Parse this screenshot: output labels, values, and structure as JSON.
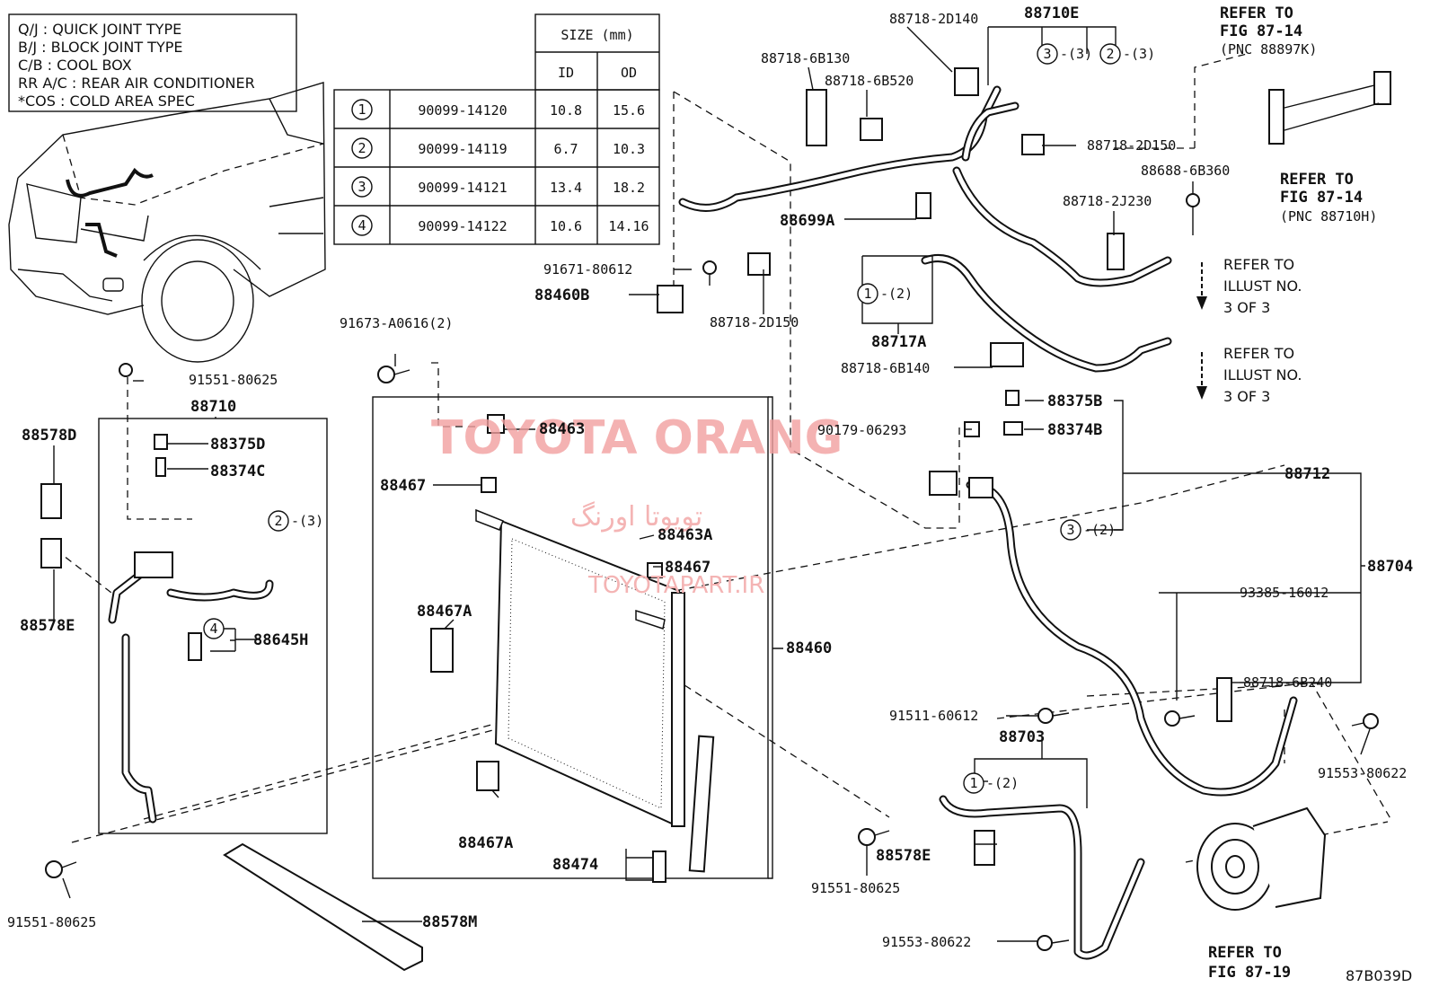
{
  "legend": [
    "Q/J  :  QUICK JOINT TYPE",
    "B/J  :  BLOCK JOINT TYPE",
    "C/B  :  COOL BOX",
    "RR A/C  :  REAR AIR CONDITIONER",
    "*COS  :  COLD AREA SPEC"
  ],
  "oring_table": {
    "header_size": "SIZE (mm)",
    "header_id": "ID",
    "header_od": "OD",
    "rows": [
      {
        "no": "1",
        "part": "90099-14120",
        "id": "10.8",
        "od": "15.6"
      },
      {
        "no": "2",
        "part": "90099-14119",
        "id": "6.7",
        "od": "10.3"
      },
      {
        "no": "3",
        "part": "90099-14121",
        "id": "13.4",
        "od": "18.2"
      },
      {
        "no": "4",
        "part": "90099-14122",
        "id": "10.6",
        "od": "14.16"
      }
    ]
  },
  "labels": {
    "p88718_2D140": "88718-2D140",
    "p88710E": "88710E",
    "p88718_6B130": "88718-6B130",
    "p88718_6B520": "88718-6B520",
    "p88718_2D150_a": "88718-2D150",
    "p88688_6B360": "88688-6B360",
    "p88718_2J230": "88718-2J230",
    "p88699A": "88699A",
    "p88717A": "88717A",
    "p88718_6B140": "88718-6B140",
    "p91671_80612": "91671-80612",
    "p88460B": "88460B",
    "p88718_2D150_b": "88718-2D150",
    "p91673_A0616": "91673-A0616(2)",
    "p91551_80625_a": "91551-80625",
    "p88710": "88710",
    "p88578D": "88578D",
    "p88375D": "88375D",
    "p88374C": "88374C",
    "p88578E_a": "88578E",
    "p88645H": "88645H",
    "p91551_80625_b": "91551-80625",
    "p88578M": "88578M",
    "p88463": "88463",
    "p88467_a": "88467",
    "p88463A": "88463A",
    "p88467_b": "88467",
    "p88467A_a": "88467A",
    "p88467A_b": "88467A",
    "p88460": "88460",
    "p88474": "88474",
    "p88375B": "88375B",
    "p88374B": "88374B",
    "p90179_06293": "90179-06293",
    "p88712": "88712",
    "p88704": "88704",
    "p93385_16012": "93385-16012",
    "p88718_6B240": "88718-6B240",
    "p91511_60612": "91511-60612",
    "p88703": "88703",
    "p91553_80622_a": "91553-80622",
    "p88578E_b": "88578E",
    "p91551_80625_c": "91551-80625",
    "p91553_80622_b": "91553-80622",
    "q3": "-(3)",
    "q2": "-(2)",
    "c1": "1",
    "c2": "2",
    "c3": "3",
    "c4": "4"
  },
  "refs": {
    "ref_fig_top": [
      "REFER TO",
      "FIG 87-14",
      "(PNC 88897K)"
    ],
    "ref_fig_mid": [
      "REFER TO",
      "FIG 87-14",
      "(PNC 88710H)"
    ],
    "ref_illust_1": [
      "REFER TO",
      "ILLUST NO.",
      "3 OF 3"
    ],
    "ref_illust_2": [
      "REFER TO",
      "ILLUST NO.",
      "3 OF 3"
    ],
    "ref_fig_bottom": [
      "REFER TO",
      "FIG 87-19"
    ]
  },
  "figure_code": "87B039D",
  "watermark": {
    "main": "TOYOTA ORANG",
    "persian": "تویوتا اورنگ",
    "site": "TOYOTAPART.IR"
  }
}
